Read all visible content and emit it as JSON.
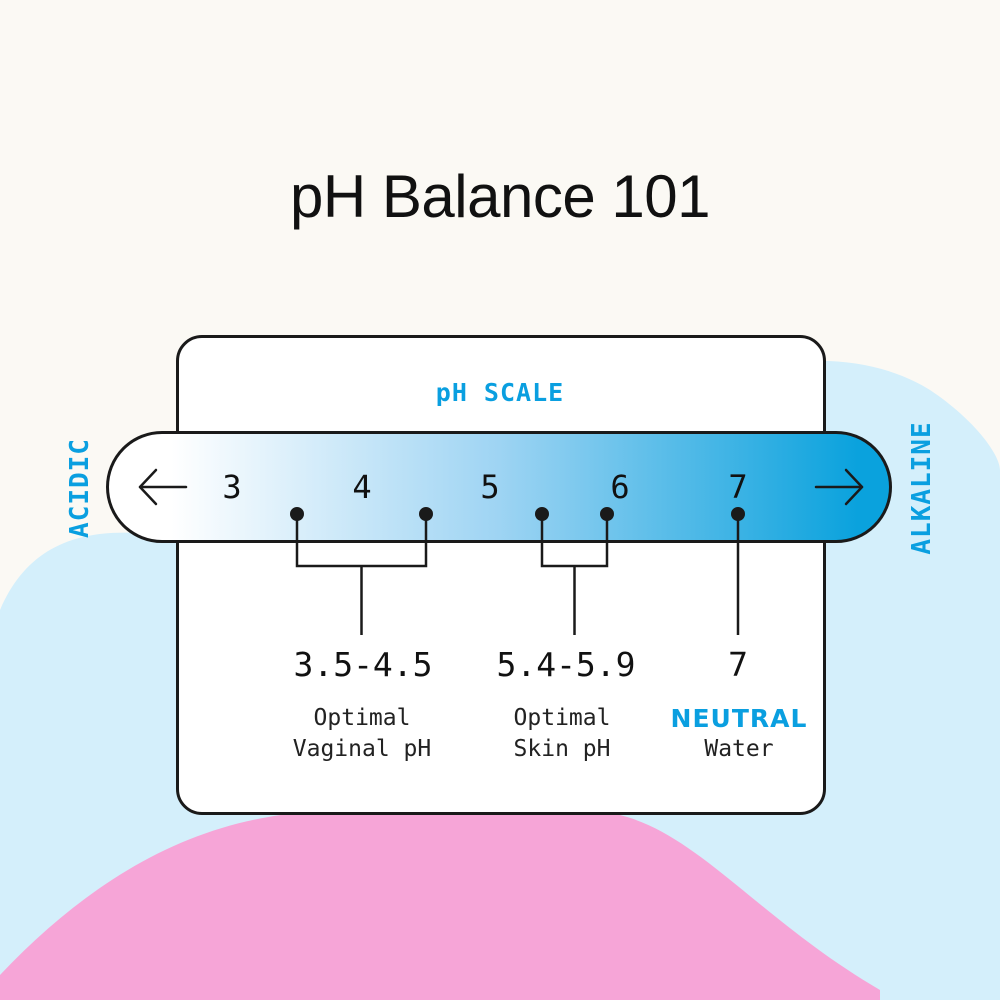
{
  "title": "pH Balance 101",
  "scale_title": "pH SCALE",
  "left_label": "ACIDIC",
  "right_label": "ALKALINE",
  "colors": {
    "accent": "#0a9fe0",
    "pink_blob": "#f6a5d7",
    "blue_blob": "#d4effb",
    "background": "#fbf9f4"
  },
  "icons": {
    "left": "arrow-left-icon",
    "right": "arrow-right-icon"
  },
  "chart_data": {
    "type": "scale",
    "ticks": [
      "3",
      "4",
      "5",
      "6",
      "7"
    ],
    "tick_values": [
      3,
      4,
      5,
      6,
      7
    ],
    "ranges": [
      {
        "label": "3.5-4.5",
        "from": 3.5,
        "to": 4.5,
        "caption": [
          "Optimal",
          "Vaginal pH"
        ]
      },
      {
        "label": "5.4-5.9",
        "from": 5.4,
        "to": 5.9,
        "caption": [
          "Optimal",
          "Skin pH"
        ]
      }
    ],
    "point": {
      "label": "7",
      "value": 7,
      "tag": "NEUTRAL",
      "caption": "Water"
    }
  }
}
